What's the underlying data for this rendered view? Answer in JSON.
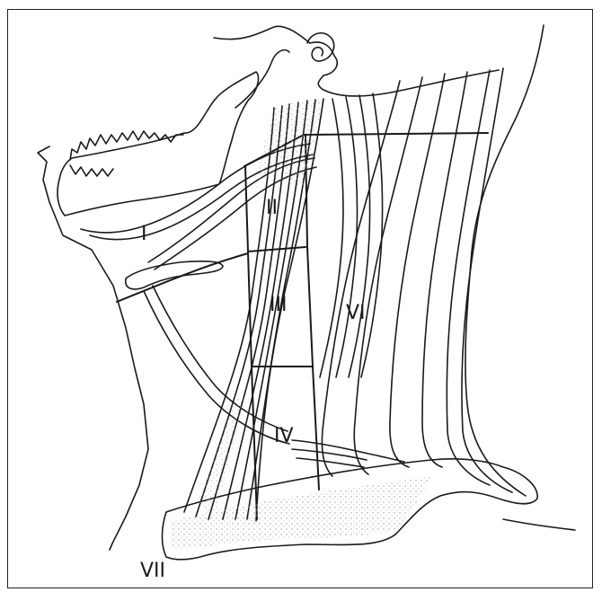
{
  "diagram": {
    "labels": {
      "level_1": "I",
      "level_2": "II",
      "level_3": "III",
      "level_4": "IV",
      "level_6": "VI",
      "level_7": "VII"
    },
    "colors": {
      "line": "#1a1a1a",
      "shade": "#9a9a9a",
      "background": "#ffffff"
    }
  }
}
